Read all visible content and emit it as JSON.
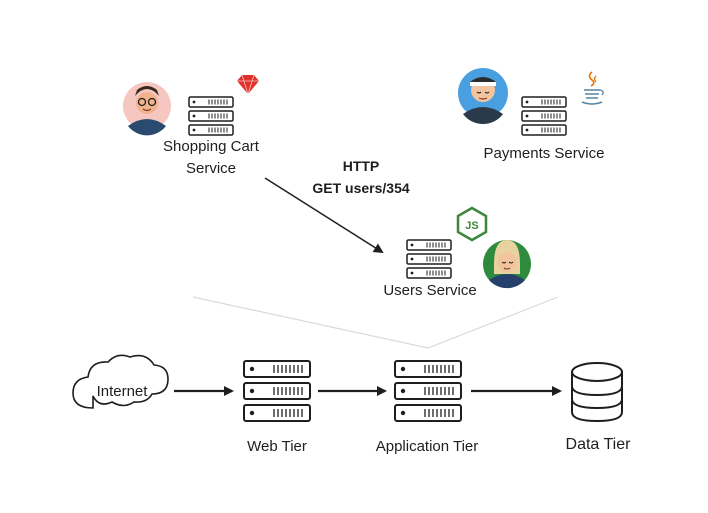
{
  "services": {
    "shopping_cart": {
      "line1": "Shopping Cart",
      "line2": "Service",
      "icon": "ruby-icon"
    },
    "payments": {
      "label": "Payments Service",
      "icon": "java-icon"
    },
    "users": {
      "label": "Users Service",
      "icon": "nodejs-icon"
    }
  },
  "request": {
    "protocol": "HTTP",
    "call": "GET users/354"
  },
  "tiers": {
    "internet": "Internet",
    "web": "Web Tier",
    "application": "Application Tier",
    "data": "Data Tier"
  },
  "icons": {
    "server": "server-icon",
    "database": "database-icon",
    "cloud": "cloud-icon",
    "avatar": "developer-avatar"
  },
  "colors": {
    "ruby": "#e0322b",
    "node": "#3c873a",
    "java_cup": "#5382a1",
    "java_steam": "#e76f00",
    "avatar_pink": "#f6c7c1",
    "avatar_blue": "#4a9fe0",
    "avatar_green": "#2e8b3e",
    "stroke": "#1e1e1e"
  }
}
